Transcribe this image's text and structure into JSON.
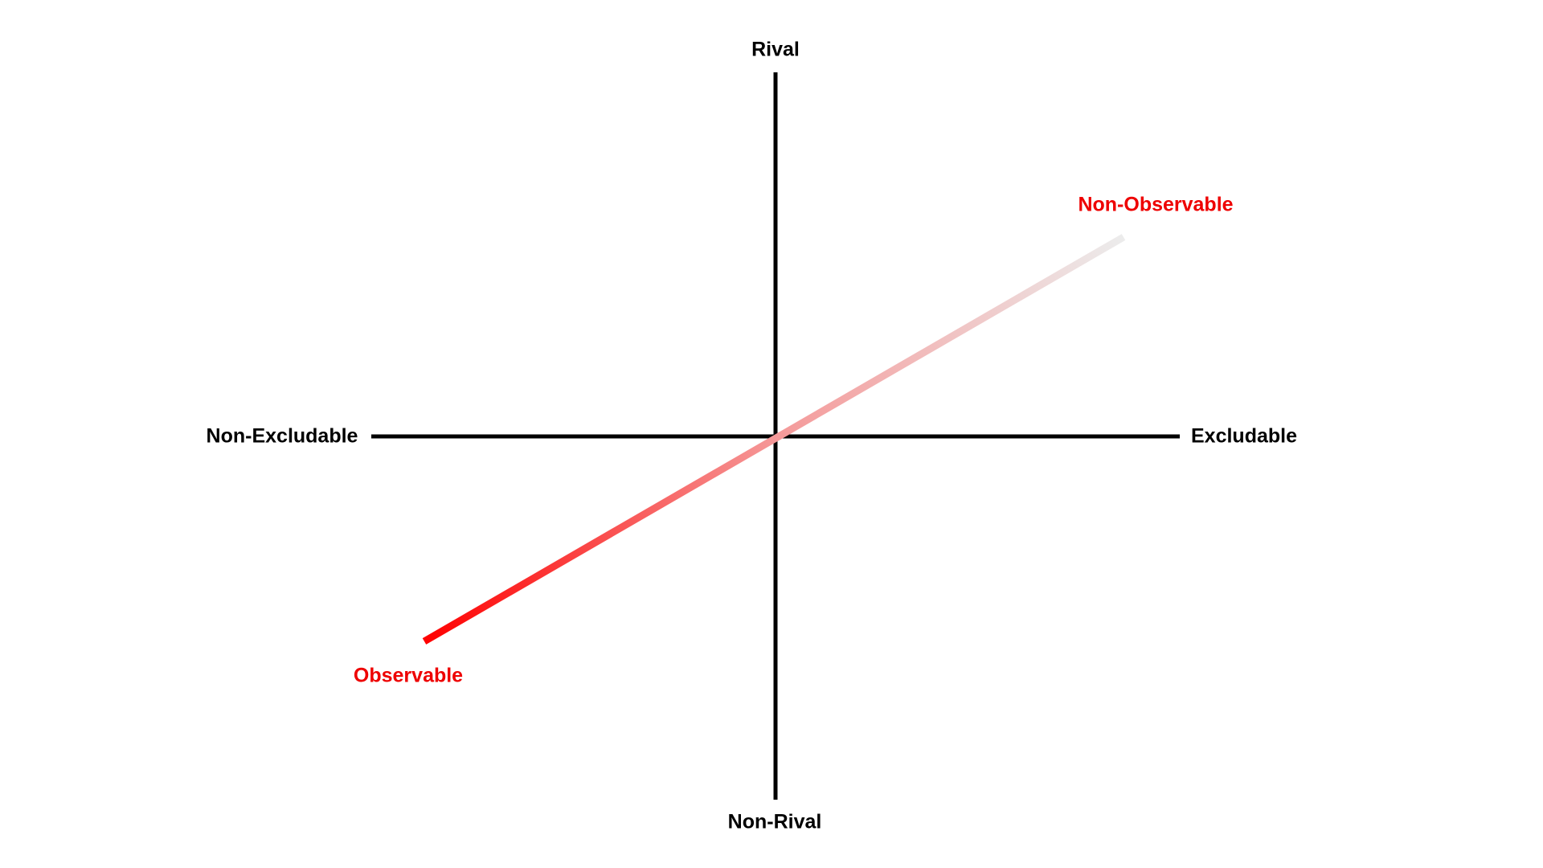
{
  "colors": {
    "axis": "#000000",
    "label": "#000000",
    "observable_label": "#ee0000",
    "gradient_start": "#ff0000",
    "gradient_mid": "#f59898",
    "gradient_end": "#ececec"
  },
  "axes": {
    "vertical": {
      "top_label": "Rival",
      "bottom_label": "Non-Rival"
    },
    "horizontal": {
      "left_label": "Non-Excludable",
      "right_label": "Excludable"
    }
  },
  "diagonal": {
    "start_label": "Observable",
    "end_label": "Non-Observable"
  }
}
